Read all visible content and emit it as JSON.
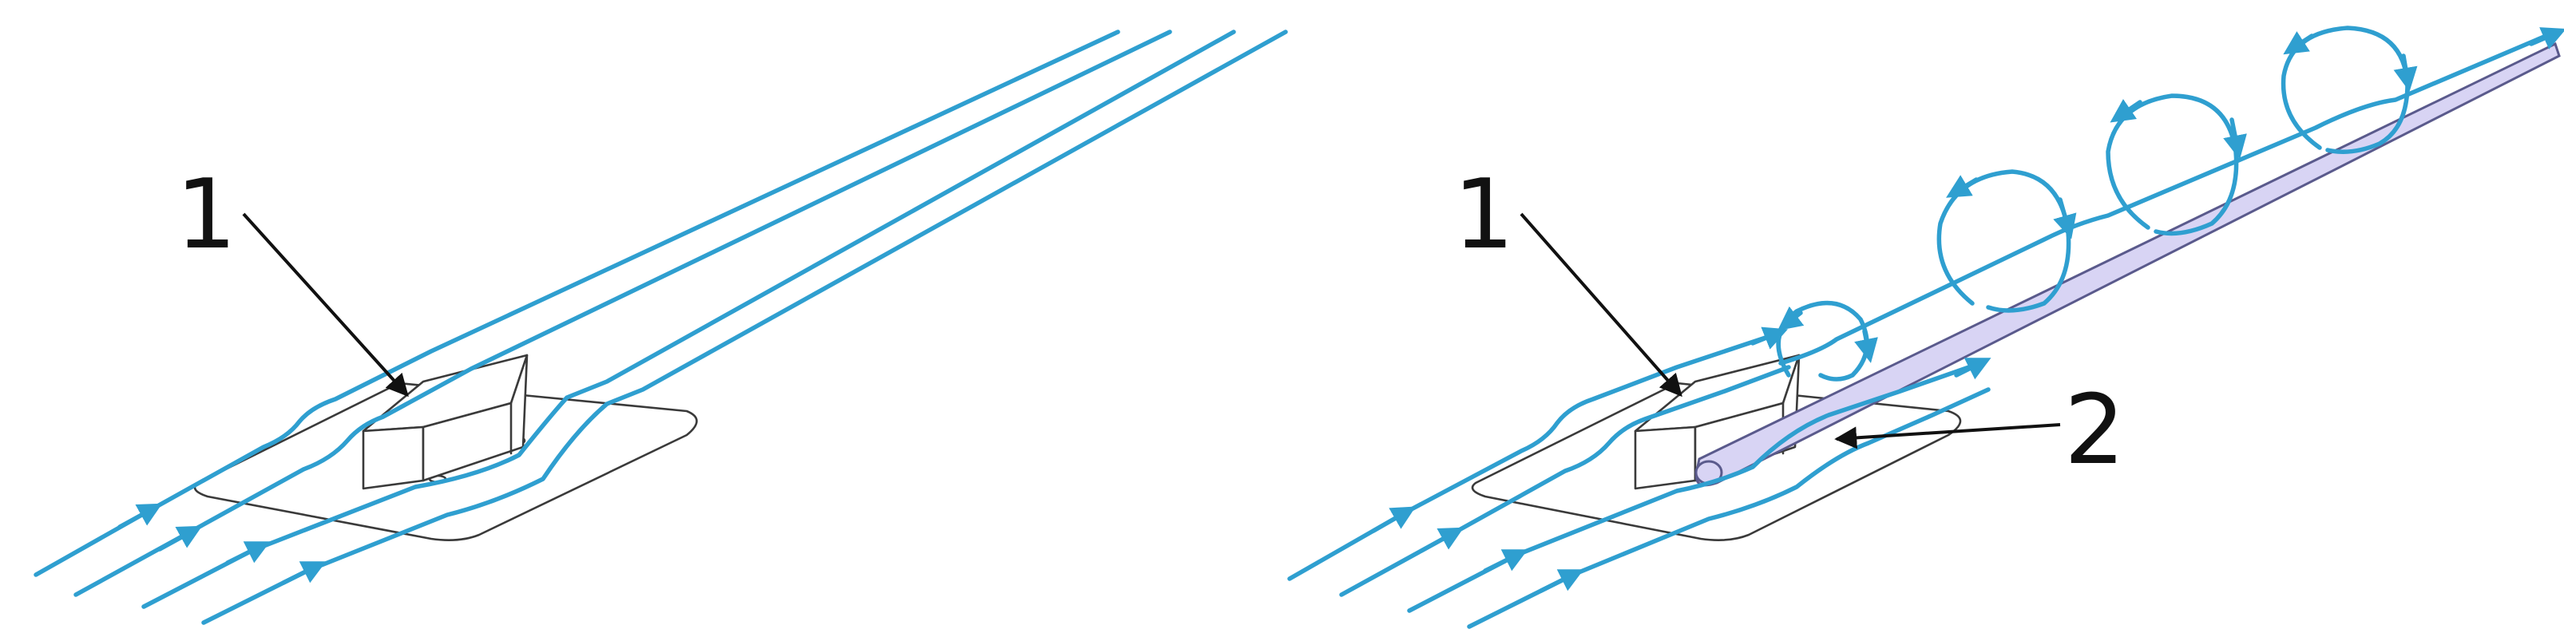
{
  "colors": {
    "streamline": "#2f9fd0",
    "vortex_tube_fill": "#d8d4f4",
    "vortex_tube_stroke": "#5a5a8c",
    "outline": "#3a3a3a",
    "label": "#111111",
    "background": "#ffffff"
  },
  "left_panel": {
    "labels": [
      {
        "text": "1"
      }
    ]
  },
  "right_panel": {
    "labels": [
      {
        "text": "1"
      },
      {
        "text": "2"
      }
    ]
  }
}
